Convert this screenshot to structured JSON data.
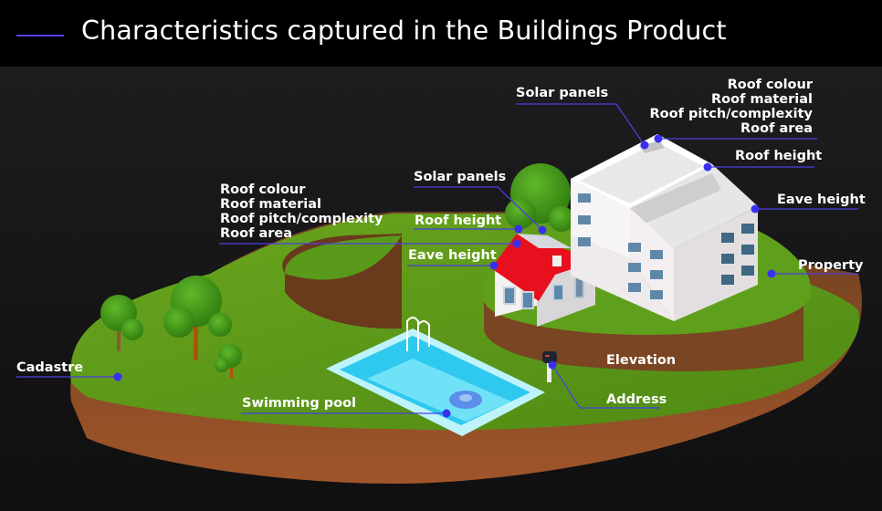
{
  "header": {
    "title": "Characteristics captured in the Buildings Product",
    "accent_color": "#5a3fe6"
  },
  "colors": {
    "leader_line": "#4a3fe0",
    "dot": "#3a2ff0",
    "grass": "#5a9a1a",
    "soil": "#8a4a22",
    "house_roof": "#e8101e",
    "building_wall": "#f2eef0",
    "pool_water": "#3fd2f0"
  },
  "labels": {
    "big_building": {
      "solar_panels": "Solar panels",
      "roof_attributes": [
        "Roof colour",
        "Roof material",
        "Roof pitch/complexity",
        "Roof area"
      ],
      "roof_height": "Roof height",
      "eave_height": "Eave height"
    },
    "house": {
      "roof_attributes": [
        "Roof colour",
        "Roof material",
        "Roof pitch/complexity",
        "Roof area"
      ],
      "solar_panels": "Solar panels",
      "roof_height": "Roof height",
      "eave_height": "Eave height"
    },
    "property": "Property",
    "cadastre": "Cadastre",
    "elevation": "Elevation",
    "address": "Address",
    "swimming_pool": "Swimming pool"
  }
}
